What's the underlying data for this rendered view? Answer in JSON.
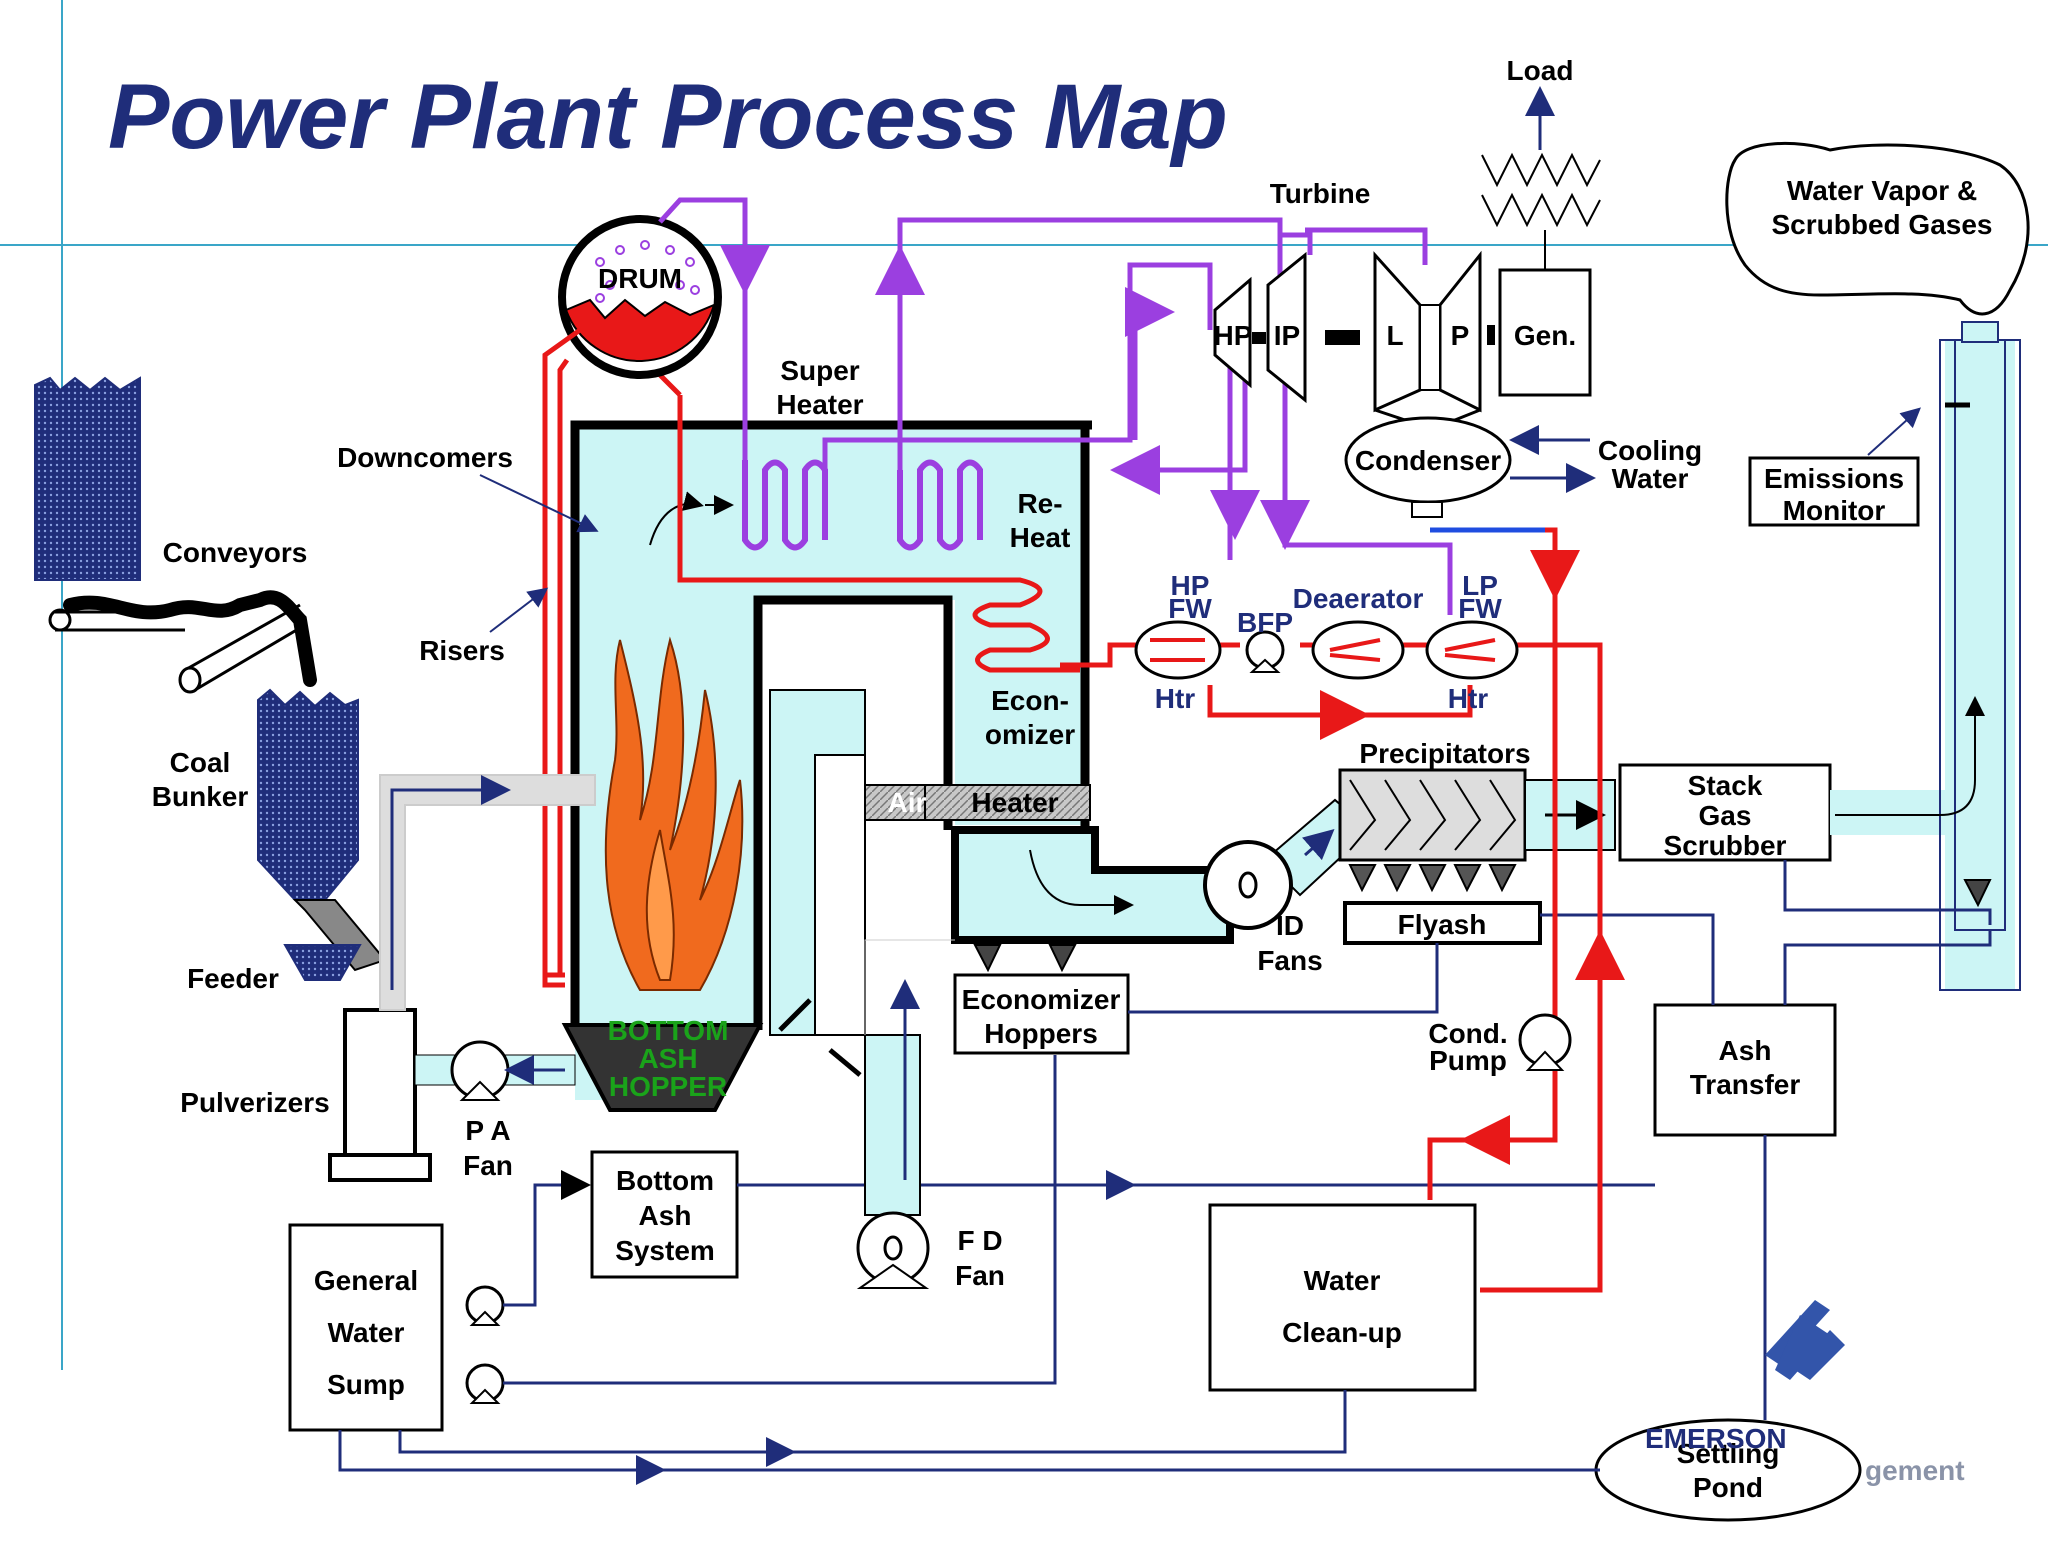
{
  "title": "Power Plant Process Map",
  "colors": {
    "title": "#1f2d7a",
    "water": "#ccf5f5",
    "steam": "#9b3fe0",
    "hot_water": "#e81818",
    "flow": "#1f2d7a",
    "flame": "#f06a1e",
    "ash_label": "#1aa31a"
  },
  "labels": {
    "load": "Load",
    "turbine": "Turbine",
    "drum": "DRUM",
    "super_heater_1": "Super",
    "super_heater_2": "Heater",
    "downcomers": "Downcomers",
    "conveyors": "Conveyors",
    "reheat_1": "Re-",
    "reheat_2": "Heat",
    "risers": "Risers",
    "coal_bunker_1": "Coal",
    "coal_bunker_2": "Bunker",
    "econ_1": "Econ-",
    "econ_2": "omizer",
    "air": "Air",
    "heater": "Heater",
    "feeder": "Feeder",
    "pulverizers": "Pulverizers",
    "pa_fan_1": "P A",
    "pa_fan_2": "Fan",
    "bottom_ash_hopper_1": "BOTTOM",
    "bottom_ash_hopper_2": "ASH",
    "bottom_ash_hopper_3": "HOPPER",
    "econ_hoppers_1": "Economizer",
    "econ_hoppers_2": "Hoppers",
    "bottom_ash_system_1": "Bottom",
    "bottom_ash_system_2": "Ash",
    "bottom_ash_system_3": "System",
    "fd_fan_1": "F D",
    "fd_fan_2": "Fan",
    "general_water_sump_1": "General",
    "general_water_sump_2": "Water",
    "general_water_sump_3": "Sump",
    "hp": "HP",
    "ip": "IP",
    "l": "L",
    "p": "P",
    "gen": "Gen.",
    "condenser": "Condenser",
    "cooling_water_1": "Cooling",
    "cooling_water_2": "Water",
    "hp_fw_1": "HP",
    "hp_fw_2": "FW",
    "bfp": "BFP",
    "deaerator": "Deaerator",
    "lp_fw_1": "LP",
    "lp_fw_2": "FW",
    "htr_1": "Htr",
    "htr_2": "Htr",
    "precipitators": "Precipitators",
    "id_fans_1": "ID",
    "id_fans_2": "Fans",
    "flyash": "Flyash",
    "cond_pump_1": "Cond.",
    "cond_pump_2": "Pump",
    "stack_gas_1": "Stack",
    "stack_gas_2": "Gas",
    "stack_gas_3": "Scrubber",
    "ash_transfer_1": "Ash",
    "ash_transfer_2": "Transfer",
    "water_cleanup_1": "Water",
    "water_cleanup_2": "Clean-up",
    "settling_pond_1": "Settling",
    "settling_pond_2": "Pond",
    "water_vapor_1": "Water Vapor &",
    "water_vapor_2": "Scrubbed Gases",
    "emissions_1": "Emissions",
    "emissions_2": "Monitor",
    "emerson": "EMERSON",
    "emerson_sub": "gement"
  }
}
